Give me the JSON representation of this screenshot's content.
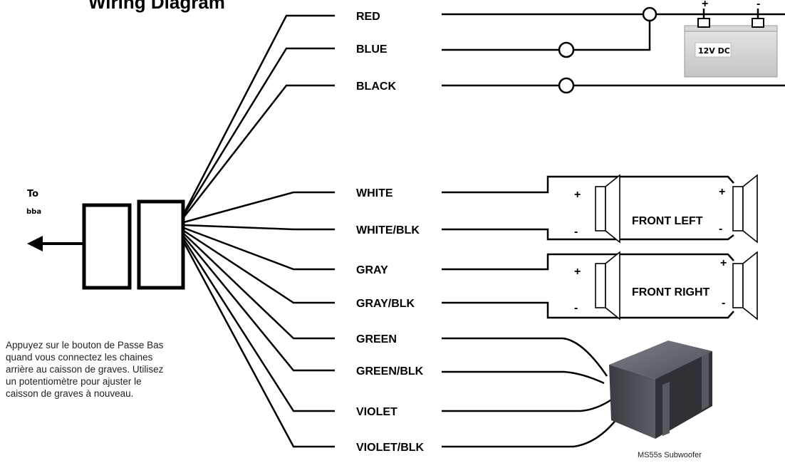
{
  "title": "Wiring Diagram",
  "destination": {
    "line1": "To",
    "line2": "bba"
  },
  "power_wires": [
    {
      "label": "RED"
    },
    {
      "label": "BLUE"
    },
    {
      "label": "BLACK"
    }
  ],
  "speaker_wires": [
    {
      "label": "WHITE"
    },
    {
      "label": "WHITE/BLK"
    },
    {
      "label": "GRAY"
    },
    {
      "label": "GRAY/BLK"
    },
    {
      "label": "GREEN"
    },
    {
      "label": "GREEN/BLK"
    },
    {
      "label": "VIOLET"
    },
    {
      "label": "VIOLET/BLK"
    }
  ],
  "battery": {
    "label": "12V DC",
    "positive": "+",
    "negative": "-"
  },
  "speakers": [
    {
      "label": "FRONT LEFT"
    },
    {
      "label": "FRONT RIGHT"
    }
  ],
  "polarity": {
    "positive": "+",
    "negative": "-"
  },
  "subwoofer_caption": "MS55s Subwoofer",
  "note_lines": [
    "Appuyez sur le bouton de Passe Bas",
    "quand vous connectez les chaines",
    "arrière au caisson de graves.  Utilisez",
    "un potentiomètre pour ajuster le",
    "caisson de graves à nouveau."
  ]
}
